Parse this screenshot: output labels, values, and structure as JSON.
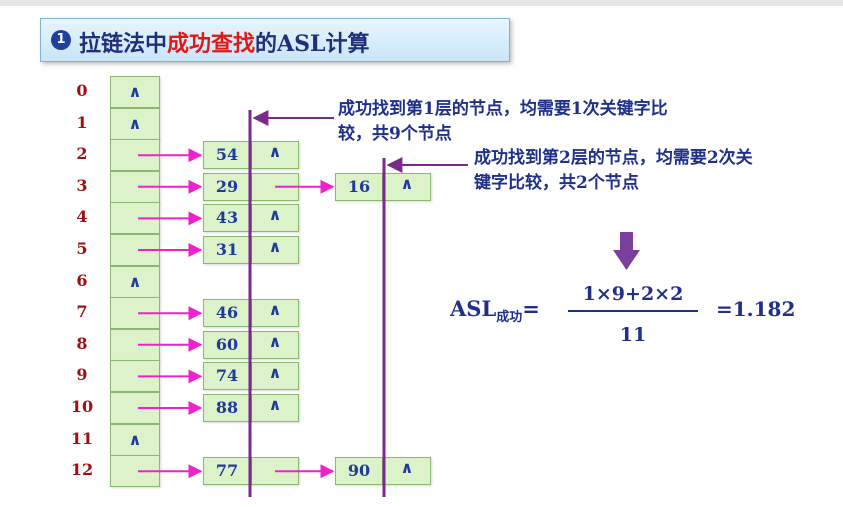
{
  "title": {
    "bullet": "1",
    "part1": "拉链法中",
    "highlight": "成功查找",
    "part2": "的ASL计算"
  },
  "null_symbol": "∧",
  "buckets": [
    {
      "index": "0",
      "chain": []
    },
    {
      "index": "1",
      "chain": []
    },
    {
      "index": "2",
      "chain": [
        "54"
      ]
    },
    {
      "index": "3",
      "chain": [
        "29",
        "16"
      ]
    },
    {
      "index": "4",
      "chain": [
        "43"
      ]
    },
    {
      "index": "5",
      "chain": [
        "31"
      ]
    },
    {
      "index": "6",
      "chain": []
    },
    {
      "index": "7",
      "chain": [
        "46"
      ]
    },
    {
      "index": "8",
      "chain": [
        "60"
      ]
    },
    {
      "index": "9",
      "chain": [
        "74"
      ]
    },
    {
      "index": "10",
      "chain": [
        "88"
      ]
    },
    {
      "index": "11",
      "chain": []
    },
    {
      "index": "12",
      "chain": [
        "77",
        "90"
      ]
    }
  ],
  "notes": {
    "level1_line1": "成功找到第1层的节点，均需要1次关键字比",
    "level1_line2": "较，共9个节点",
    "level2_line1": "成功找到第2层的节点，均需要2次关",
    "level2_line2": "键字比较，共2个节点"
  },
  "formula": {
    "label": "ASL",
    "subscript": "成功",
    "equals": "=",
    "numerator": "1×9+2×2",
    "denominator": "11",
    "result": "=1.182"
  },
  "colors": {
    "arrow": "#ee22cc",
    "divider": "#7a2a8a",
    "down_arrow": "#7b3f9e",
    "text": "#1f2f8a",
    "index": "#a01010"
  }
}
